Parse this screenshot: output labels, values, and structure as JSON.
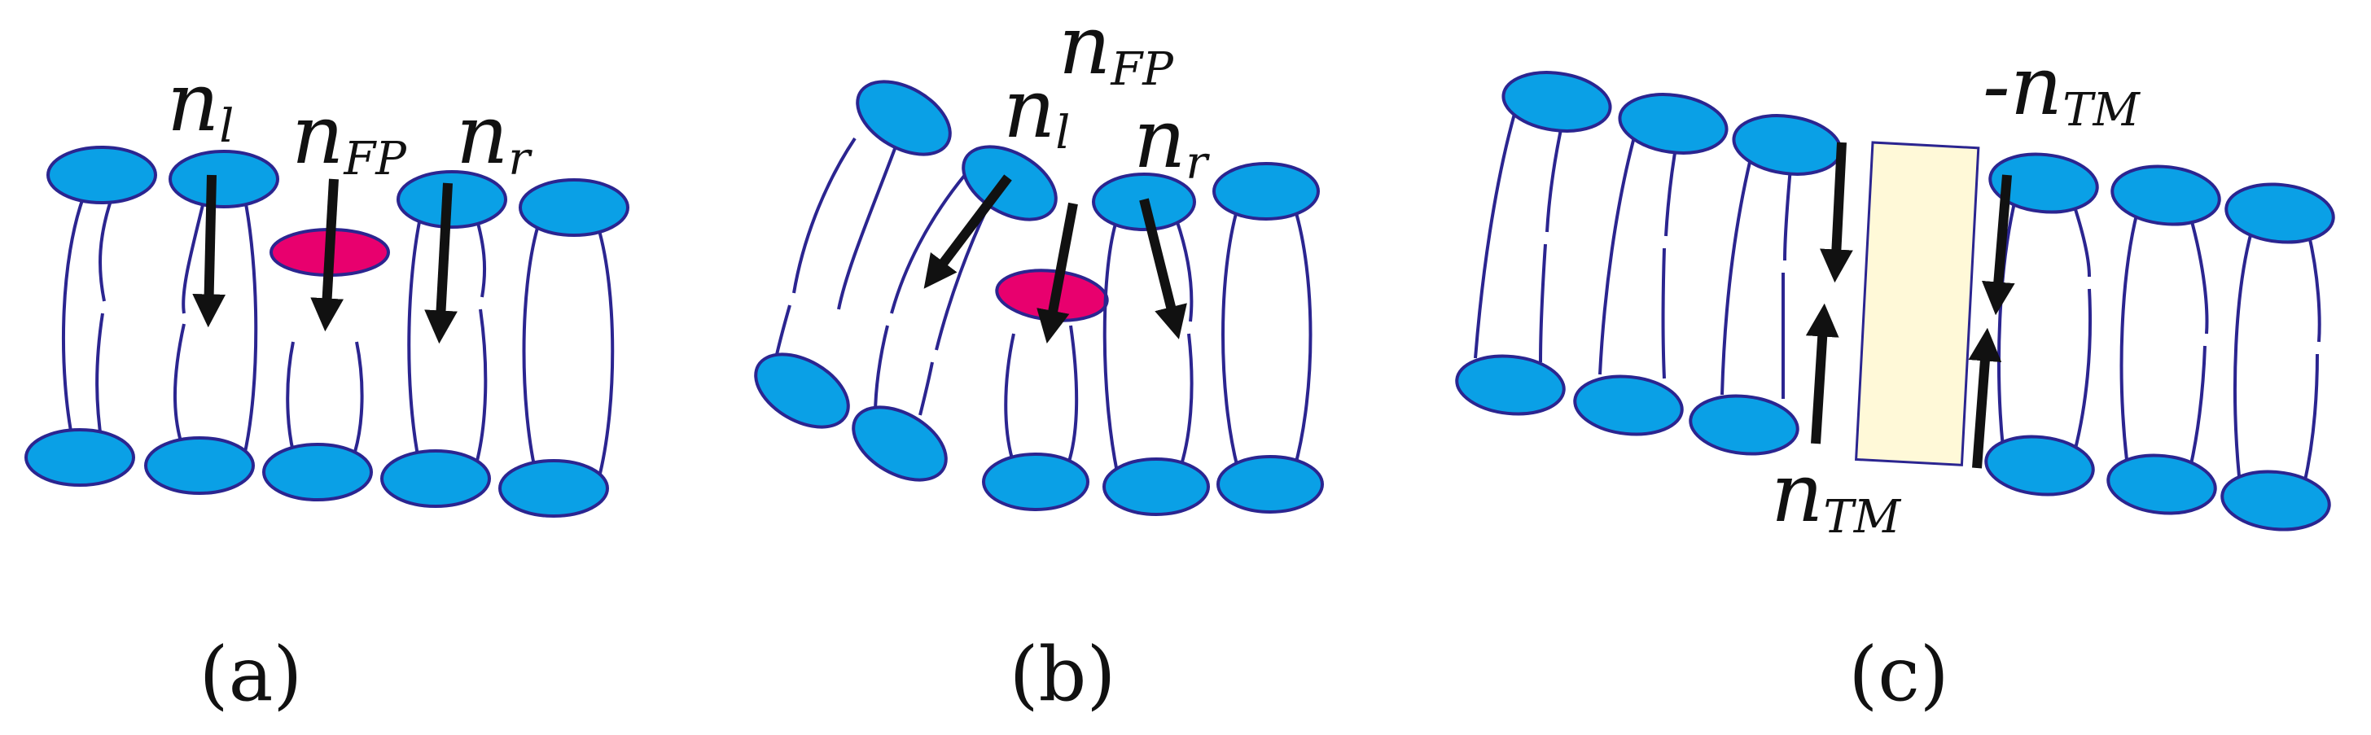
{
  "colors": {
    "lipid_head": "#0AA0E6",
    "outline": "#2B2590",
    "peptide": "#E8006E",
    "tm_block": "#FFF9D8",
    "arrow": "#111111"
  },
  "panels": {
    "a": {
      "caption": "(a)",
      "labels": {
        "nl": {
          "base": "n",
          "sub": "l"
        },
        "nfp": {
          "base": "n",
          "sub": "FP"
        },
        "nr": {
          "base": "n",
          "sub": "r"
        }
      }
    },
    "b": {
      "caption": "(b)",
      "labels": {
        "nfp": {
          "base": "n",
          "sub": "FP"
        },
        "nl": {
          "base": "n",
          "sub": "l"
        },
        "nr": {
          "base": "n",
          "sub": "r"
        }
      }
    },
    "c": {
      "caption": "(c)",
      "labels": {
        "ntm_neg": {
          "prefix": "-",
          "base": "n",
          "sub": "TM"
        },
        "ntm": {
          "base": "n",
          "sub": "TM"
        }
      }
    }
  }
}
